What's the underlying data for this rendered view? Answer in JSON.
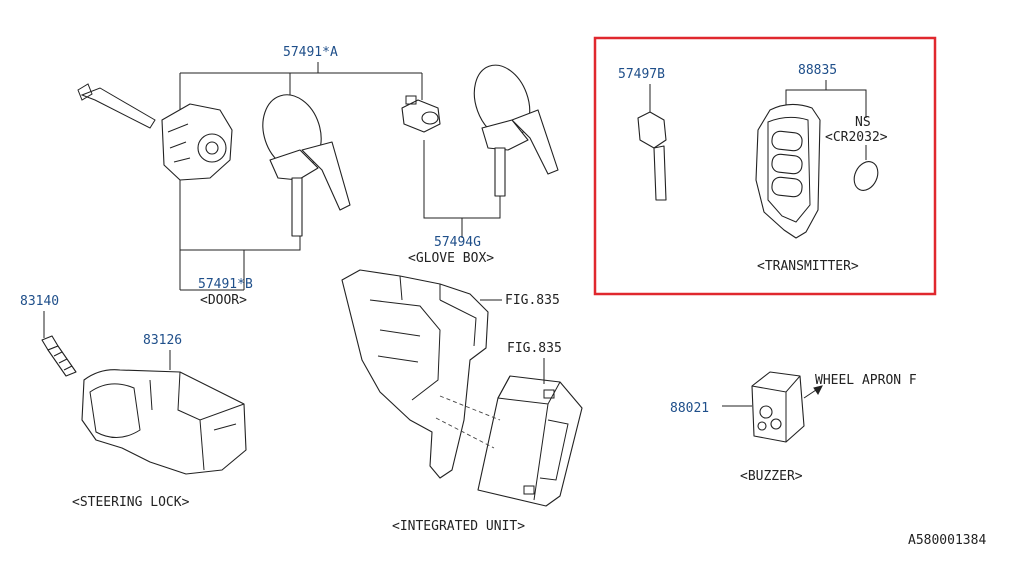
{
  "labels": {
    "p57491a": "57491*A",
    "p57491b": "57491*B",
    "door": "<DOOR>",
    "p57494g": "57494G",
    "glove_box": "<GLOVE BOX>",
    "p57497b": "57497B",
    "p88835": "88835",
    "ns": "NS",
    "cr2032": "<CR2032>",
    "transmitter": "<TRANSMITTER>",
    "p83140": "83140",
    "p83126": "83126",
    "steering_lock": "<STEERING LOCK>",
    "fig835_a": "FIG.835",
    "fig835_b": "FIG.835",
    "integrated_unit": "<INTEGRATED UNIT>",
    "p88021": "88021",
    "wheel_apron": "WHEEL APRON F",
    "buzzer": "<BUZZER>",
    "figure_id": "A580001384"
  },
  "colors": {
    "highlight_box": "#e0282e",
    "part_number": "#1f4f8a",
    "line": "#222222"
  }
}
